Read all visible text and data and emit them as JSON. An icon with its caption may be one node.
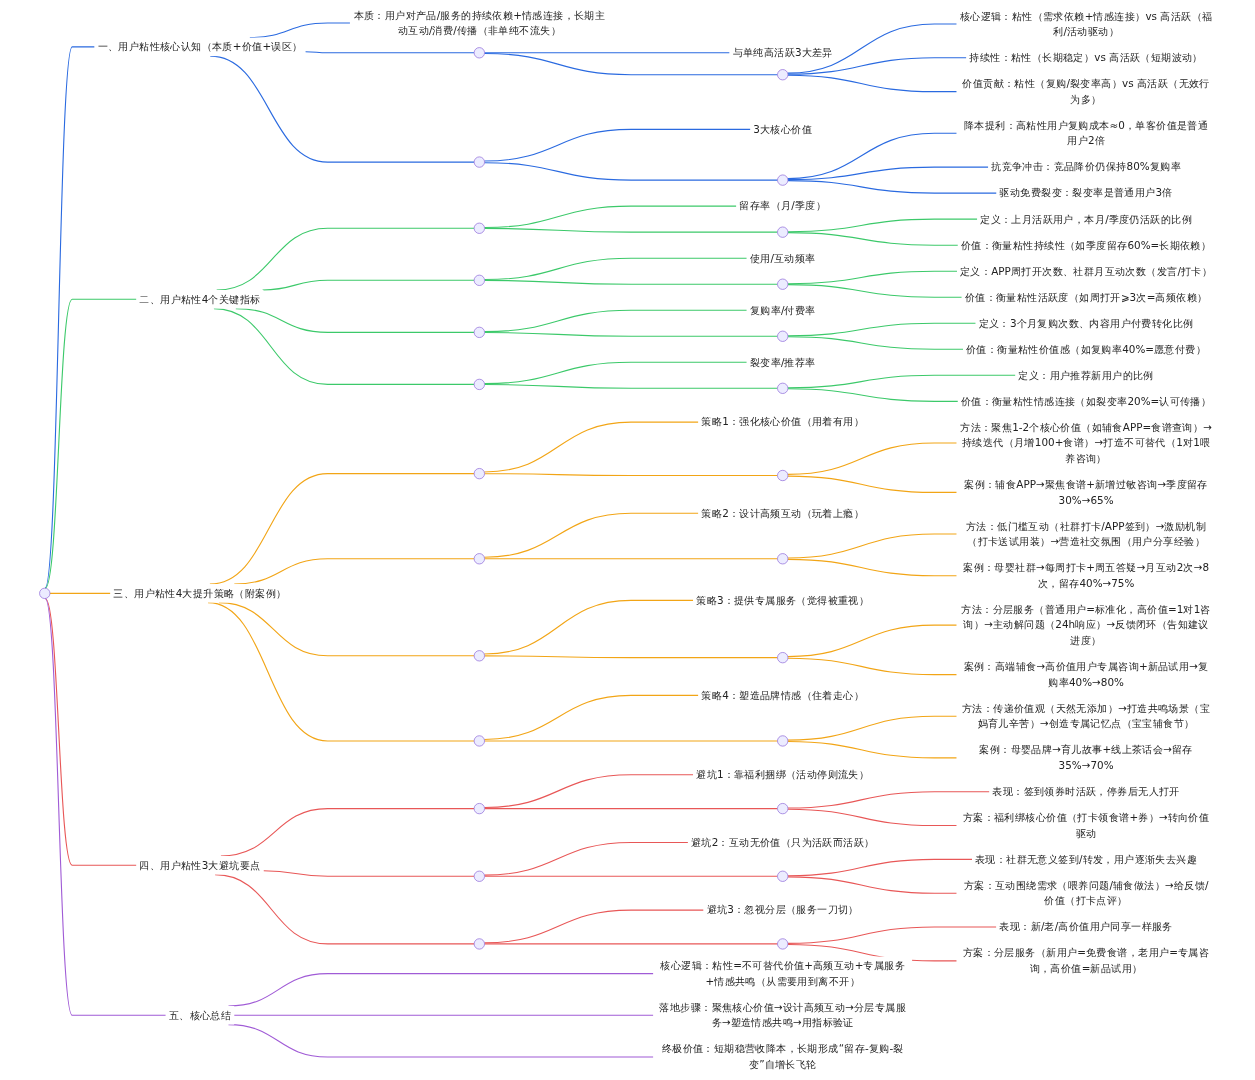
{
  "diagram": {
    "nodes": [
      {
        "text": [],
        "shape": "circle"
      },
      {
        "text": [
          "一、用户粘性核心认知（本质+价值+误区）"
        ]
      },
      {
        "text": [
          "本质：用户对产品/服务的持续依赖+情感连接，长期主动互动/消费/传播（非单纯不流失）"
        ]
      },
      {
        "text": [],
        "shape": "circle"
      },
      {
        "text": [
          "与单纯高活跃3大差异"
        ]
      },
      {
        "text": [],
        "shape": "circle"
      },
      {
        "text": [
          "核心逻辑：粘性（需求依赖+情感连接）vs 高活跃（福利/活动驱动）"
        ]
      },
      {
        "text": [
          "持续性：粘性（长期稳定）vs 高活跃（短期波动）"
        ]
      },
      {
        "text": [
          "价值贡献：粘性（复购/裂变率高）vs 高活跃（无效行为多）"
        ]
      },
      {
        "text": [],
        "shape": "circle"
      },
      {
        "text": [
          "3大核心价值"
        ]
      },
      {
        "text": [],
        "shape": "circle"
      },
      {
        "text": [
          "降本提利：高粘性用户复购成本≈0，单客价值是普通用户2倍"
        ]
      },
      {
        "text": [
          "抗竞争冲击：竞品降价仍保持80%复购率"
        ]
      },
      {
        "text": [
          "驱动免费裂变：裂变率是普通用户3倍"
        ]
      },
      {
        "text": [
          "二、用户粘性4个关键指标"
        ]
      },
      {
        "text": [],
        "shape": "circle"
      },
      {
        "text": [
          "留存率（月/季度）"
        ]
      },
      {
        "text": [],
        "shape": "circle"
      },
      {
        "text": [
          "定义：上月活跃用户，本月/季度仍活跃的比例"
        ]
      },
      {
        "text": [
          "价值：衡量粘性持续性（如季度留存60%=长期依赖）"
        ]
      },
      {
        "text": [],
        "shape": "circle"
      },
      {
        "text": [
          "使用/互动频率"
        ]
      },
      {
        "text": [],
        "shape": "circle"
      },
      {
        "text": [
          "定义：APP周打开次数、社群月互动次数（发言/打卡）"
        ]
      },
      {
        "text": [
          "价值：衡量粘性活跃度（如周打开⩾3次=高频依赖）"
        ]
      },
      {
        "text": [],
        "shape": "circle"
      },
      {
        "text": [
          "复购率/付费率"
        ]
      },
      {
        "text": [],
        "shape": "circle"
      },
      {
        "text": [
          "定义：3个月复购次数、内容用户付费转化比例"
        ]
      },
      {
        "text": [
          "价值：衡量粘性价值感（如复购率40%=愿意付费）"
        ]
      },
      {
        "text": [],
        "shape": "circle"
      },
      {
        "text": [
          "裂变率/推荐率"
        ]
      },
      {
        "text": [],
        "shape": "circle"
      },
      {
        "text": [
          "定义：用户推荐新用户的比例"
        ]
      },
      {
        "text": [
          "价值：衡量粘性情感连接（如裂变率20%=认可传播）"
        ]
      },
      {
        "text": [
          "三、用户粘性4大提升策略（附案例）"
        ]
      },
      {
        "text": [],
        "shape": "circle"
      },
      {
        "text": [
          "策略1：强化核心价值（用着有用）"
        ]
      },
      {
        "text": [],
        "shape": "circle"
      },
      {
        "text": [
          "方法：聚焦1-2个核心价值（如辅食APP=食谱查询）→持续迭代（月增100+食谱）→打造不可替代（1对1喂养咨询）"
        ]
      },
      {
        "text": [
          "案例：辅食APP→聚焦食谱+新增过敏咨询→季度留存30%→65%"
        ]
      },
      {
        "text": [],
        "shape": "circle"
      },
      {
        "text": [
          "策略2：设计高频互动（玩着上瘾）"
        ]
      },
      {
        "text": [],
        "shape": "circle"
      },
      {
        "text": [
          "方法：低门槛互动（社群打卡/APP签到）→激励机制（打卡送试用装）→营造社交氛围（用户分享经验）"
        ]
      },
      {
        "text": [
          "案例：母婴社群→每周打卡+周五答疑→月互动2次→8次，留存40%→75%"
        ]
      },
      {
        "text": [],
        "shape": "circle"
      },
      {
        "text": [
          "策略3：提供专属服务（觉得被重视）"
        ]
      },
      {
        "text": [],
        "shape": "circle"
      },
      {
        "text": [
          "方法：分层服务（普通用户=标准化，高价值=1对1咨询）→主动解问题（24h响应）→反馈闭环（告知建议进度）"
        ]
      },
      {
        "text": [
          "案例：高端辅食→高价值用户专属咨询+新品试用→复购率40%→80%"
        ]
      },
      {
        "text": [],
        "shape": "circle"
      },
      {
        "text": [
          "策略4：塑造品牌情感（住着走心）"
        ]
      },
      {
        "text": [],
        "shape": "circle"
      },
      {
        "text": [
          "方法：传递价值观（天然无添加）→打造共鸣场景（宝妈育儿辛苦）→创造专属记忆点（宝宝辅食节）"
        ]
      },
      {
        "text": [
          "案例：母婴品牌→育儿故事+线上茶话会→留存35%→70%"
        ]
      },
      {
        "text": [
          "四、用户粘性3大避坑要点"
        ]
      },
      {
        "text": [],
        "shape": "circle"
      },
      {
        "text": [
          "避坑1：靠福利捆绑（活动停则流失）"
        ]
      },
      {
        "text": [],
        "shape": "circle"
      },
      {
        "text": [
          "表现：签到领券时活跃，停券后无人打开"
        ]
      },
      {
        "text": [
          "方案：福利绑核心价值（打卡领食谱+券）→转向价值驱动"
        ]
      },
      {
        "text": [],
        "shape": "circle"
      },
      {
        "text": [
          "避坑2：互动无价值（只为活跃而活跃）"
        ]
      },
      {
        "text": [],
        "shape": "circle"
      },
      {
        "text": [
          "表现：社群无意义签到/转发，用户逐渐失去兴趣"
        ]
      },
      {
        "text": [
          "方案：互动围绕需求（喂养问题/辅食做法）→给反馈/价值（打卡点评）"
        ]
      },
      {
        "text": [],
        "shape": "circle"
      },
      {
        "text": [
          "避坑3：忽视分层（服务一刀切）"
        ]
      },
      {
        "text": [],
        "shape": "circle"
      },
      {
        "text": [
          "表现：新/老/高价值用户同享一样服务"
        ]
      },
      {
        "text": [
          "方案：分层服务（新用户=免费食谱，老用户=专属咨询，高价值=新品试用）"
        ]
      },
      {
        "text": [
          "五、核心总结"
        ]
      },
      {
        "text": [
          "核心逻辑：粘性=不可替代价值+高频互动+专属服务+情感共鸣（从需要用到离不开）"
        ]
      },
      {
        "text": [
          "落地步骤：聚焦核心价值→设计高频互动→分层专属服务→塑造情感共鸣→用指标验证"
        ]
      },
      {
        "text": [
          "终极价值：短期稳营收降本，长期形成“留存-复购-裂变”自增长飞轮"
        ]
      }
    ],
    "edges": [
      {
        "from": 0,
        "to": 1,
        "arrow": "none",
        "color": "#2a6ae0"
      },
      {
        "from": 1,
        "to": 2,
        "arrow": "none",
        "color": "#2a6ae0"
      },
      {
        "from": 1,
        "to": 3,
        "arrow": "none",
        "color": "#2a6ae0"
      },
      {
        "from": 3,
        "to": 4,
        "arrow": "none",
        "color": "#2a6ae0"
      },
      {
        "from": 3,
        "to": 5,
        "arrow": "none",
        "color": "#2a6ae0"
      },
      {
        "from": 5,
        "to": 6,
        "arrow": "none",
        "color": "#2a6ae0"
      },
      {
        "from": 5,
        "to": 7,
        "arrow": "none",
        "color": "#2a6ae0"
      },
      {
        "from": 5,
        "to": 8,
        "arrow": "none",
        "color": "#2a6ae0"
      },
      {
        "from": 1,
        "to": 9,
        "arrow": "none",
        "color": "#2a6ae0"
      },
      {
        "from": 9,
        "to": 10,
        "arrow": "none",
        "color": "#2a6ae0"
      },
      {
        "from": 9,
        "to": 11,
        "arrow": "none",
        "color": "#2a6ae0"
      },
      {
        "from": 11,
        "to": 12,
        "arrow": "none",
        "color": "#2a6ae0"
      },
      {
        "from": 11,
        "to": 13,
        "arrow": "none",
        "color": "#2a6ae0"
      },
      {
        "from": 11,
        "to": 14,
        "arrow": "none",
        "color": "#2a6ae0"
      },
      {
        "from": 0,
        "to": 15,
        "arrow": "none",
        "color": "#3cc96a"
      },
      {
        "from": 15,
        "to": 16,
        "arrow": "none",
        "color": "#3cc96a"
      },
      {
        "from": 16,
        "to": 17,
        "arrow": "none",
        "color": "#3cc96a"
      },
      {
        "from": 16,
        "to": 18,
        "arrow": "none",
        "color": "#3cc96a"
      },
      {
        "from": 18,
        "to": 19,
        "arrow": "none",
        "color": "#3cc96a"
      },
      {
        "from": 18,
        "to": 20,
        "arrow": "none",
        "color": "#3cc96a"
      },
      {
        "from": 15,
        "to": 21,
        "arrow": "none",
        "color": "#3cc96a"
      },
      {
        "from": 21,
        "to": 22,
        "arrow": "none",
        "color": "#3cc96a"
      },
      {
        "from": 21,
        "to": 23,
        "arrow": "none",
        "color": "#3cc96a"
      },
      {
        "from": 23,
        "to": 24,
        "arrow": "none",
        "color": "#3cc96a"
      },
      {
        "from": 23,
        "to": 25,
        "arrow": "none",
        "color": "#3cc96a"
      },
      {
        "from": 15,
        "to": 26,
        "arrow": "none",
        "color": "#3cc96a"
      },
      {
        "from": 26,
        "to": 27,
        "arrow": "none",
        "color": "#3cc96a"
      },
      {
        "from": 26,
        "to": 28,
        "arrow": "none",
        "color": "#3cc96a"
      },
      {
        "from": 28,
        "to": 29,
        "arrow": "none",
        "color": "#3cc96a"
      },
      {
        "from": 28,
        "to": 30,
        "arrow": "none",
        "color": "#3cc96a"
      },
      {
        "from": 15,
        "to": 31,
        "arrow": "none",
        "color": "#3cc96a"
      },
      {
        "from": 31,
        "to": 32,
        "arrow": "none",
        "color": "#3cc96a"
      },
      {
        "from": 31,
        "to": 33,
        "arrow": "none",
        "color": "#3cc96a"
      },
      {
        "from": 33,
        "to": 34,
        "arrow": "none",
        "color": "#3cc96a"
      },
      {
        "from": 33,
        "to": 35,
        "arrow": "none",
        "color": "#3cc96a"
      },
      {
        "from": 0,
        "to": 36,
        "arrow": "none",
        "color": "#f2a516"
      },
      {
        "from": 36,
        "to": 37,
        "arrow": "none",
        "color": "#f2a516"
      },
      {
        "from": 37,
        "to": 38,
        "arrow": "none",
        "color": "#f2a516"
      },
      {
        "from": 37,
        "to": 39,
        "arrow": "none",
        "color": "#f2a516"
      },
      {
        "from": 39,
        "to": 40,
        "arrow": "none",
        "color": "#f2a516"
      },
      {
        "from": 39,
        "to": 41,
        "arrow": "none",
        "color": "#f2a516"
      },
      {
        "from": 36,
        "to": 42,
        "arrow": "none",
        "color": "#f2a516"
      },
      {
        "from": 42,
        "to": 43,
        "arrow": "none",
        "color": "#f2a516"
      },
      {
        "from": 42,
        "to": 44,
        "arrow": "none",
        "color": "#f2a516"
      },
      {
        "from": 44,
        "to": 45,
        "arrow": "none",
        "color": "#f2a516"
      },
      {
        "from": 44,
        "to": 46,
        "arrow": "none",
        "color": "#f2a516"
      },
      {
        "from": 36,
        "to": 47,
        "arrow": "none",
        "color": "#f2a516"
      },
      {
        "from": 47,
        "to": 48,
        "arrow": "none",
        "color": "#f2a516"
      },
      {
        "from": 47,
        "to": 49,
        "arrow": "none",
        "color": "#f2a516"
      },
      {
        "from": 49,
        "to": 50,
        "arrow": "none",
        "color": "#f2a516"
      },
      {
        "from": 49,
        "to": 51,
        "arrow": "none",
        "color": "#f2a516"
      },
      {
        "from": 36,
        "to": 52,
        "arrow": "none",
        "color": "#f2a516"
      },
      {
        "from": 52,
        "to": 53,
        "arrow": "none",
        "color": "#f2a516"
      },
      {
        "from": 52,
        "to": 54,
        "arrow": "none",
        "color": "#f2a516"
      },
      {
        "from": 54,
        "to": 55,
        "arrow": "none",
        "color": "#f2a516"
      },
      {
        "from": 54,
        "to": 56,
        "arrow": "none",
        "color": "#f2a516"
      },
      {
        "from": 0,
        "to": 57,
        "arrow": "none",
        "color": "#e85757"
      },
      {
        "from": 57,
        "to": 58,
        "arrow": "none",
        "color": "#e85757"
      },
      {
        "from": 58,
        "to": 59,
        "arrow": "none",
        "color": "#e85757"
      },
      {
        "from": 58,
        "to": 60,
        "arrow": "none",
        "color": "#e85757"
      },
      {
        "from": 60,
        "to": 61,
        "arrow": "none",
        "color": "#e85757"
      },
      {
        "from": 60,
        "to": 62,
        "arrow": "none",
        "color": "#e85757"
      },
      {
        "from": 57,
        "to": 63,
        "arrow": "none",
        "color": "#e85757"
      },
      {
        "from": 63,
        "to": 64,
        "arrow": "none",
        "color": "#e85757"
      },
      {
        "from": 63,
        "to": 65,
        "arrow": "none",
        "color": "#e85757"
      },
      {
        "from": 65,
        "to": 66,
        "arrow": "none",
        "color": "#e85757"
      },
      {
        "from": 65,
        "to": 67,
        "arrow": "none",
        "color": "#e85757"
      },
      {
        "from": 57,
        "to": 68,
        "arrow": "none",
        "color": "#e85757"
      },
      {
        "from": 68,
        "to": 69,
        "arrow": "none",
        "color": "#e85757"
      },
      {
        "from": 68,
        "to": 70,
        "arrow": "none",
        "color": "#e85757"
      },
      {
        "from": 70,
        "to": 71,
        "arrow": "none",
        "color": "#e85757"
      },
      {
        "from": 70,
        "to": 72,
        "arrow": "none",
        "color": "#e85757"
      },
      {
        "from": 0,
        "to": 73,
        "arrow": "none",
        "color": "#a05bd6"
      },
      {
        "from": 73,
        "to": 74,
        "arrow": "none",
        "color": "#a05bd6"
      },
      {
        "from": 73,
        "to": 75,
        "arrow": "none",
        "color": "#a05bd6"
      },
      {
        "from": 73,
        "to": 76,
        "arrow": "none",
        "color": "#a05bd6"
      }
    ]
  }
}
